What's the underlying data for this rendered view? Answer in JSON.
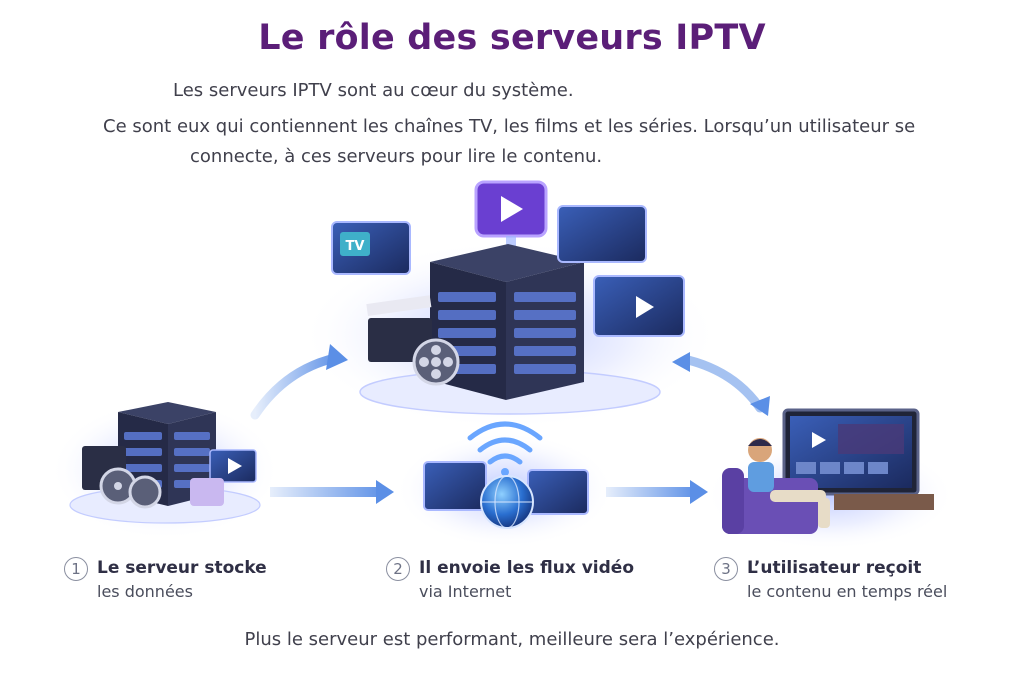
{
  "title": "Le rôle des serveurs IPTV",
  "intro": {
    "line1": "Les serveurs IPTV sont au cœur du système.",
    "line2": "Ce sont eux qui contiennent les chaînes TV, les films et les séries. Lorsqu’un utilisateur se",
    "line3": "connecte, à ces serveurs pour lire le contenu."
  },
  "badges": {
    "tv": "TV"
  },
  "steps": [
    {
      "number": "1",
      "title": "Le serveur stocke",
      "subtitle": "les données"
    },
    {
      "number": "2",
      "title": "Il envoie les flux vidéo",
      "subtitle": "via Internet"
    },
    {
      "number": "3",
      "title": "L’utilisateur reçoit",
      "subtitle": "le contenu en temps réel"
    }
  ],
  "footer": "Plus le serveur est performant, meilleure sera l’expérience.",
  "colors": {
    "title": "#5b1e78",
    "accent_blue": "#5b8fe6",
    "accent_purple": "#7b4fd6",
    "server_dark": "#2d3350",
    "glow": "#c9d4ff"
  },
  "icons": [
    "play-icon",
    "film-clapper-icon",
    "film-reel-icon",
    "wifi-icon",
    "globe-icon",
    "television-icon",
    "user-on-sofa-icon",
    "arrow-icon"
  ]
}
